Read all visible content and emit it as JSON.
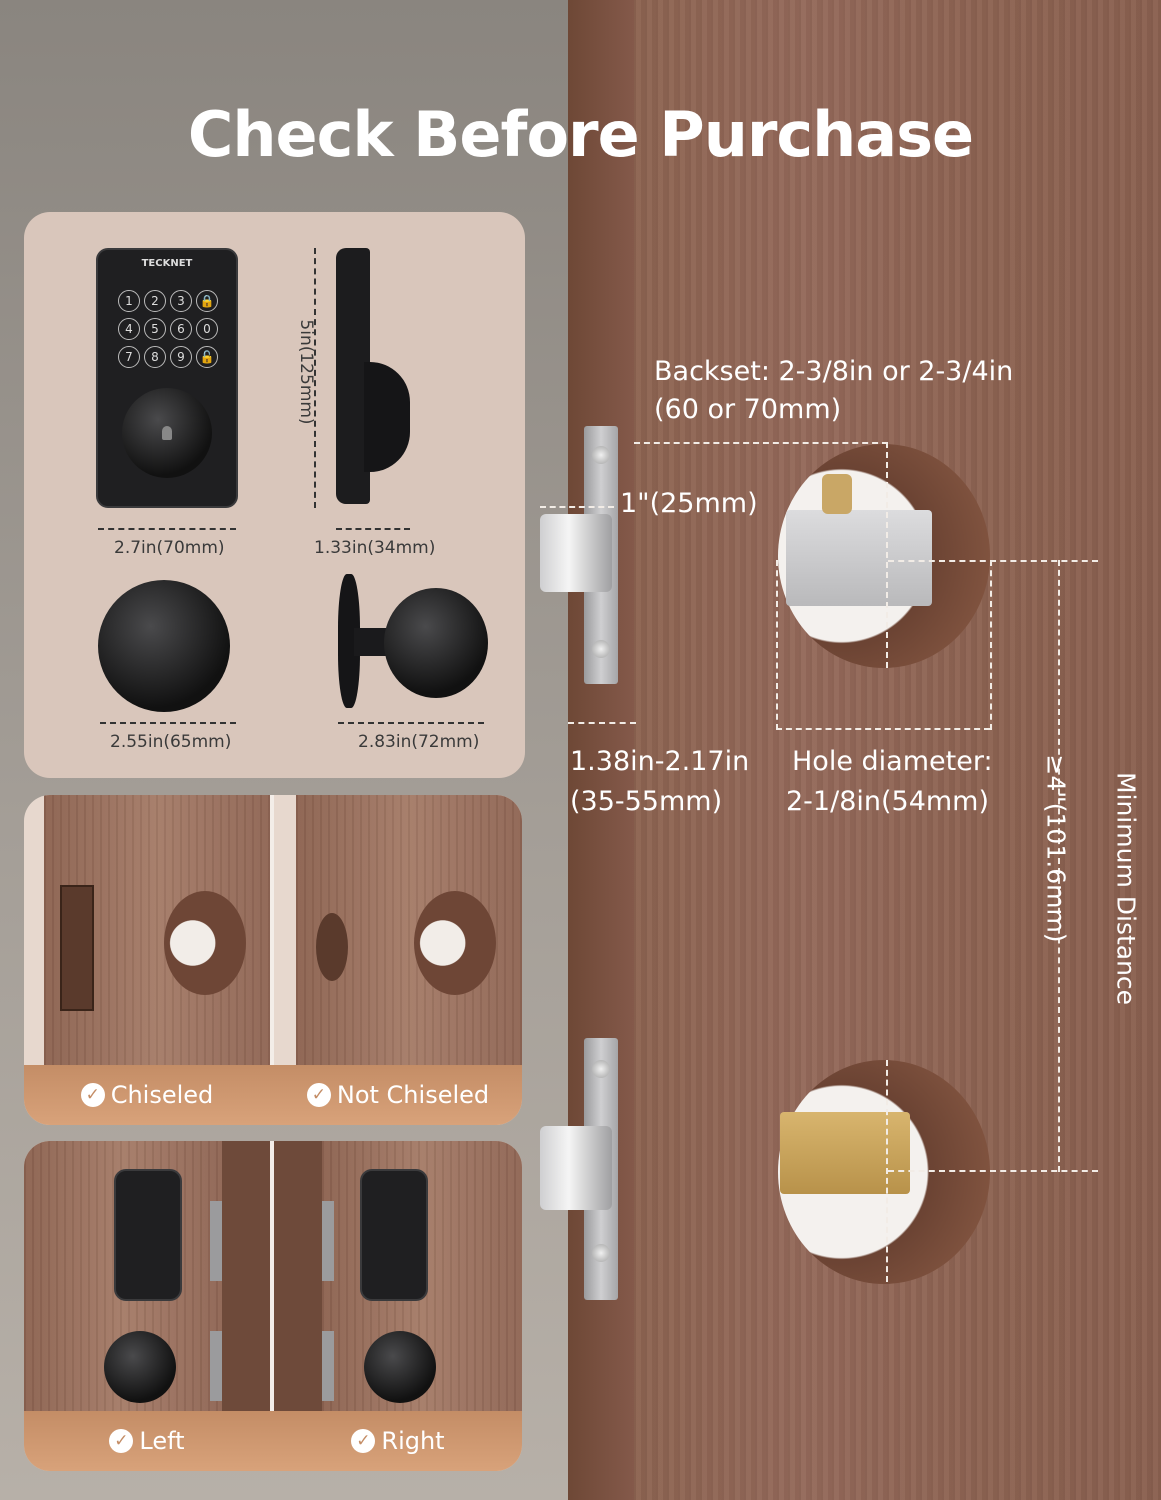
{
  "title": "Check Before Purchase",
  "brand": "TECKNET",
  "keypad_keys": [
    "1",
    "2",
    "3",
    "🔒",
    "4",
    "5",
    "6",
    "0",
    "7",
    "8",
    "9",
    "🔓"
  ],
  "dimensions": {
    "height": "5in(125mm)",
    "width": "2.7in(70mm)",
    "depth": "1.33in(34mm)",
    "knob_diameter": "2.55in(65mm)",
    "knob_depth": "2.83in(72mm)"
  },
  "door_labels": {
    "backset_line1": "Backset: 2-3/8in or 2-3/4in",
    "backset_line2": "(60 or 70mm)",
    "latch_width": "1\"(25mm)",
    "door_thickness_line1": "1.38in-2.17in",
    "door_thickness_line2": "(35-55mm)",
    "hole_line1": "Hole diameter:",
    "hole_line2": "2-1/8in(54mm)",
    "min_distance_line1": "Minimum Distance",
    "min_distance_line2": "≥4\"(101.6mm)"
  },
  "options": {
    "chiseled": "Chiseled",
    "not_chiseled": "Not Chiseled",
    "left": "Left",
    "right": "Right"
  },
  "colors": {
    "accent": "#d39c74",
    "card": "#d9c6bb",
    "door": "#8d6352"
  }
}
